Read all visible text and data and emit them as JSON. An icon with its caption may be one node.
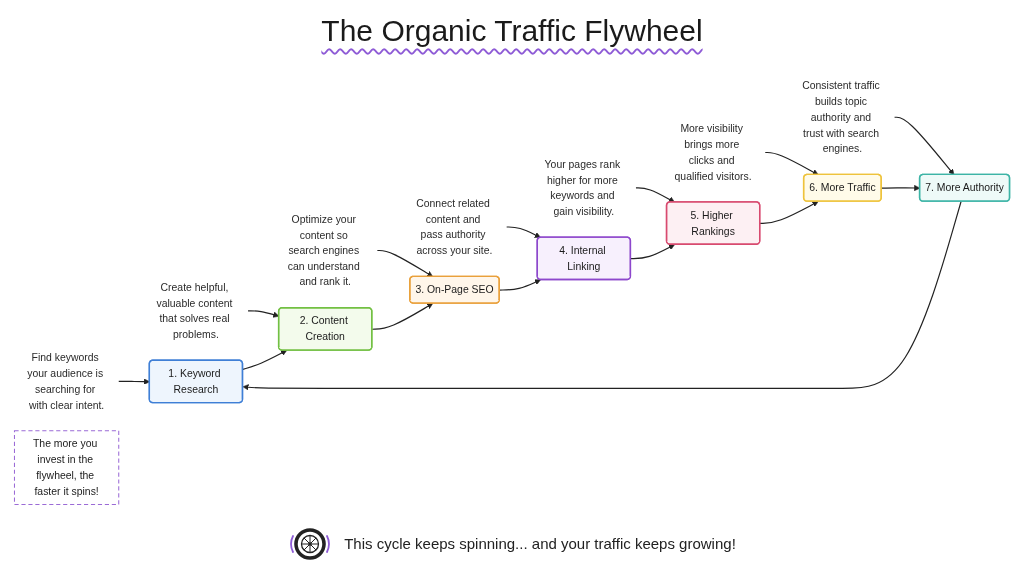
{
  "diagram": {
    "title": "The Organic Traffic Flywheel",
    "nodes": [
      {
        "text": [
          "1. Keyword Research"
        ]
      },
      {
        "text": [
          "2. Content Creation"
        ]
      },
      {
        "text": [
          "3. On-Page SEO"
        ]
      },
      {
        "text": [
          "4. Internal Linking"
        ]
      },
      {
        "text": [
          "5. Higher Rankings"
        ]
      },
      {
        "text": [
          "6. More Traffic"
        ]
      },
      {
        "text": [
          "7. More Authority"
        ]
      },
      {
        "text": [
          "Find keywords your audience is searching for with clear intent."
        ]
      },
      {
        "text": [
          "Consistent traffic builds topic authority and trust with search engines."
        ]
      },
      {
        "text": [
          "More visibility brings more clicks and qualified visitors."
        ]
      },
      {
        "text": [
          "Your pages rank higher for more keywords and gain visibility."
        ]
      },
      {
        "text": [
          "Create helpful, valuable content that solves real problems."
        ]
      },
      {
        "text": [
          "Optimize your content so search engines can understand and rank it."
        ]
      },
      {
        "text": [
          "Connect related content and pass authority across your site."
        ]
      },
      {
        "text": [
          "The more you invest in the flywheel, the faster it spins!"
        ]
      }
    ],
    "edges": [
      {
        "from": 0,
        "to": 1,
        "arrow": "to"
      },
      {
        "from": 1,
        "to": 2,
        "arrow": "to"
      },
      {
        "from": 2,
        "to": 3,
        "arrow": "to"
      },
      {
        "from": 3,
        "to": 4,
        "arrow": "to"
      },
      {
        "from": 4,
        "to": 5,
        "arrow": "to"
      },
      {
        "from": 5,
        "to": 6,
        "arrow": "to"
      },
      {
        "from": 6,
        "to": 0,
        "arrow": "to"
      },
      {
        "from": 7,
        "to": 0,
        "arrow": "to"
      },
      {
        "from": 8,
        "to": 6,
        "arrow": "to"
      },
      {
        "from": 9,
        "to": 5,
        "arrow": "to"
      },
      {
        "from": 10,
        "to": 4,
        "arrow": "to"
      },
      {
        "from": 11,
        "to": 1,
        "arrow": "to"
      },
      {
        "from": 12,
        "to": 2,
        "arrow": "to"
      },
      {
        "from": 13,
        "to": 3,
        "arrow": "to"
      }
    ],
    "labels": [
      "This cycle keeps spinning... and your traffic keeps growing!"
    ]
  }
}
